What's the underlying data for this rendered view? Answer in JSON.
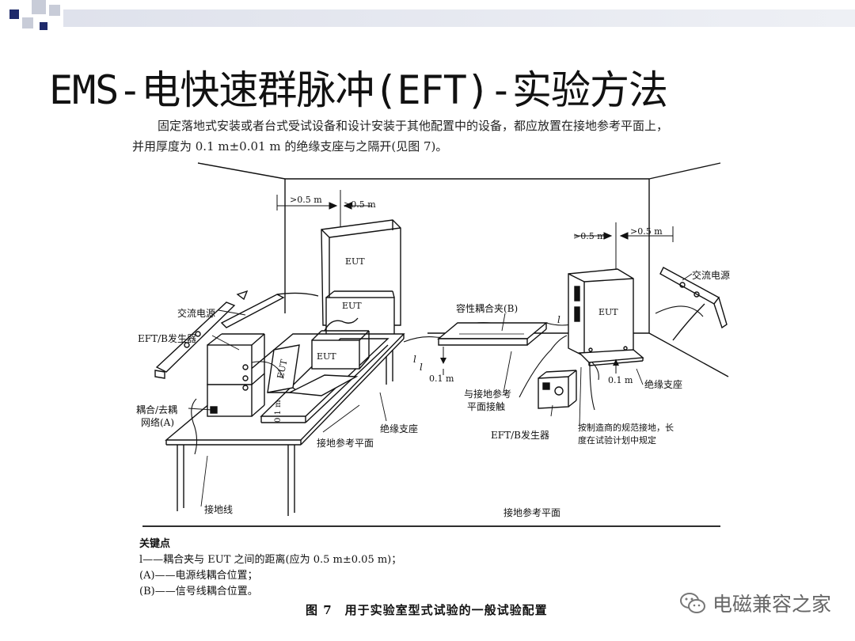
{
  "slide": {
    "title": "EMS-电快速群脉冲(EFT)-实验方法",
    "intro_line1": "固定落地式安装或者台式受试设备和设计安装于其他配置中的设备，都应放置在接地参考平面上，",
    "intro_line2": "并用厚度为 0.1 m±0.01 m 的绝缘支座与之隔开(见图 7)。"
  },
  "figure": {
    "dim_left_a": ">0.5 m",
    "dim_left_b": ">0.5 m",
    "dim_right_a": ">0.5 m",
    "dim_right_b": ">0.5 m",
    "eut_tall": "EUT",
    "eut_mid": "EUT",
    "eut_table": "EUT",
    "eut_flat": "EUT",
    "eut_right": "EUT",
    "ac_power_left": "交流电源",
    "ac_power_right": "交流电源",
    "eft_generator_left": "EFT/B发生器",
    "capacitive_clamp": "容性耦合夹(B)",
    "dist_clamp": "0.1 m",
    "dist_right": "0.1 m",
    "dist_table": "0.1 m",
    "insulating_support_right": "绝缘支座",
    "insulating_support_table": "绝缘支座",
    "cdn_line1": "耦合/去耦",
    "cdn_line2": "网络(A)",
    "ground_ref_table": "接地参考平面",
    "ground_contact_line1": "与接地参考",
    "ground_contact_line2": "平面接触",
    "eft_generator_mid": "EFT/B发生器",
    "manufacturer_ground_line1": "按制造商的规范接地，长",
    "manufacturer_ground_line2": "度在试验计划中规定",
    "ground_wire": "接地线",
    "ground_ref_floor": "接地参考平面",
    "l_mark_1": "l",
    "l_mark_2": "l",
    "l_mark_3": "l"
  },
  "legend": {
    "heading": "关键点",
    "item1": "l——耦合夹与 EUT 之间的距离(应为 0.5 m±0.05 m)；",
    "item2": "(A)——电源线耦合位置；",
    "item3": "(B)——信号线耦合位置。"
  },
  "caption": "图 7　用于实验室型式试验的一般试验配置",
  "watermark": "电磁兼容之家",
  "colors": {
    "accent_navy": "#1f2a6b",
    "accent_gray": "#c8ccd8",
    "line": "#111111"
  }
}
